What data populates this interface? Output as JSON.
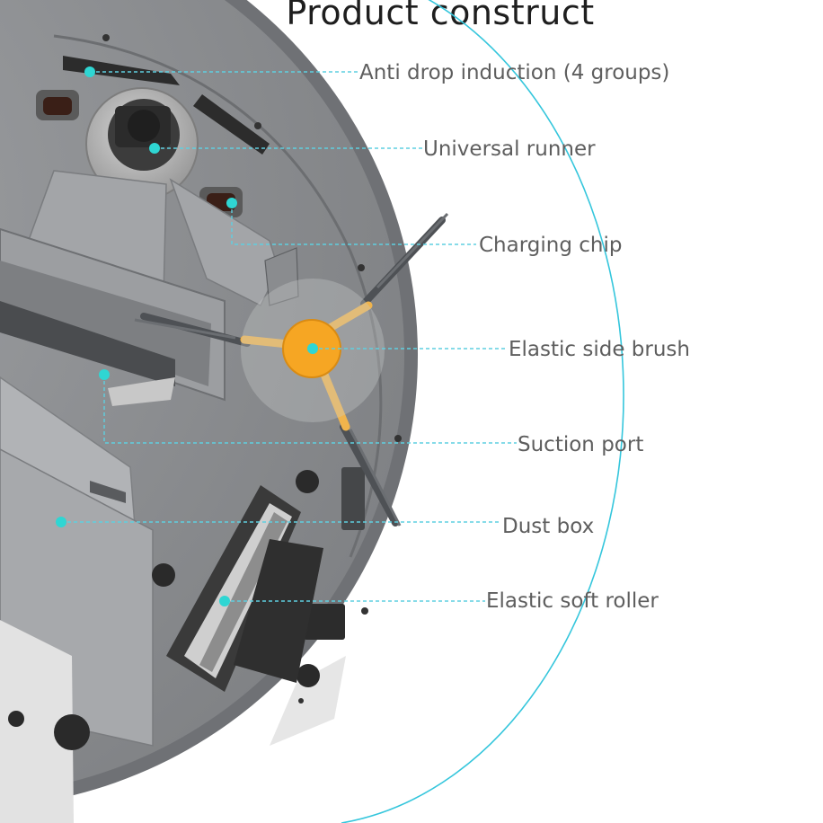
{
  "title": "Product construct",
  "colors": {
    "callout_dot": "#2fd6d3",
    "callout_line": "#5fcfe0",
    "orbit": "#35c6dc",
    "body": "#8d8f92",
    "brush_hub": "#f6a623"
  },
  "callouts": [
    {
      "label": "Anti drop induction (4 groups)"
    },
    {
      "label": "Universal runner"
    },
    {
      "label": "Charging chip"
    },
    {
      "label": "Elastic side brush"
    },
    {
      "label": "Suction port"
    },
    {
      "label": "Dust box"
    },
    {
      "label": "Elastic soft roller"
    }
  ]
}
